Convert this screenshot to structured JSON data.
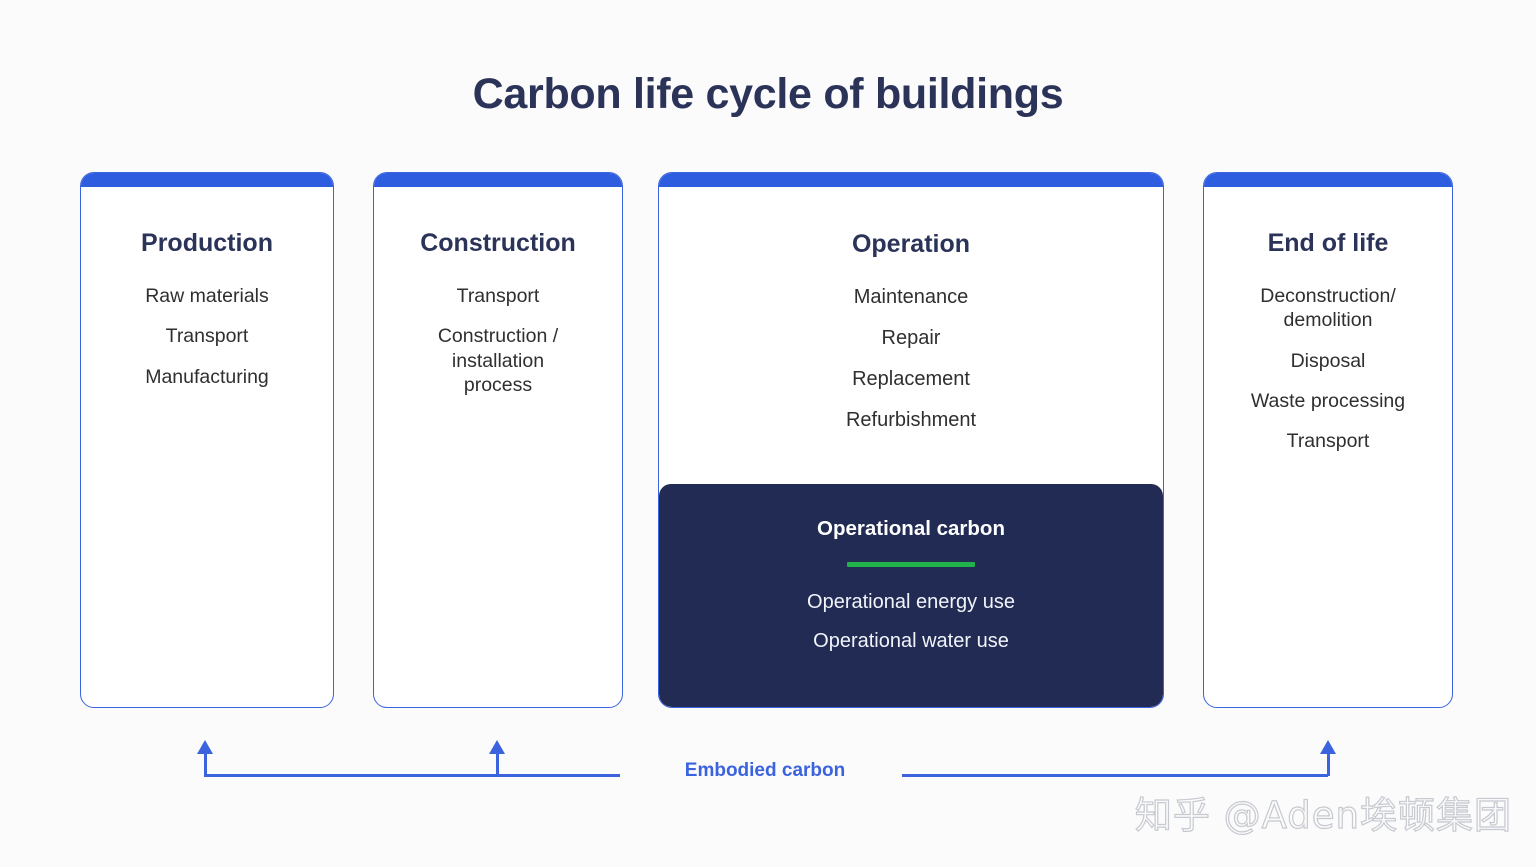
{
  "title": "Carbon life cycle of buildings",
  "colors": {
    "background": "#fbfbfc",
    "title_navy": "#2b3358",
    "card_border_blue": "#3b63de",
    "card_top_bar_blue": "#2f5de0",
    "dark_panel_navy": "#222b54",
    "divider_green": "#22b24c",
    "body_text": "#2f2f2f",
    "embodied_label_blue": "#3b63de"
  },
  "stages": [
    {
      "heading": "Production",
      "items": [
        "Raw materials",
        "Transport",
        "Manufacturing"
      ]
    },
    {
      "heading": "Construction",
      "items": [
        "Transport",
        "Construction /\ninstallation\nprocess"
      ]
    },
    {
      "heading": "Operation",
      "items": [
        "Maintenance",
        "Repair",
        "Replacement",
        "Refurbishment"
      ],
      "highlight_panel": {
        "heading": "Operational carbon",
        "items": [
          "Operational energy use",
          "Operational water use"
        ]
      }
    },
    {
      "heading": "End of life",
      "items": [
        "Deconstruction/\ndemolition",
        "Disposal",
        "Waste processing",
        "Transport"
      ]
    }
  ],
  "axis": {
    "label": "Embodied carbon"
  },
  "watermark": "知乎 @Aden埃顿集团"
}
